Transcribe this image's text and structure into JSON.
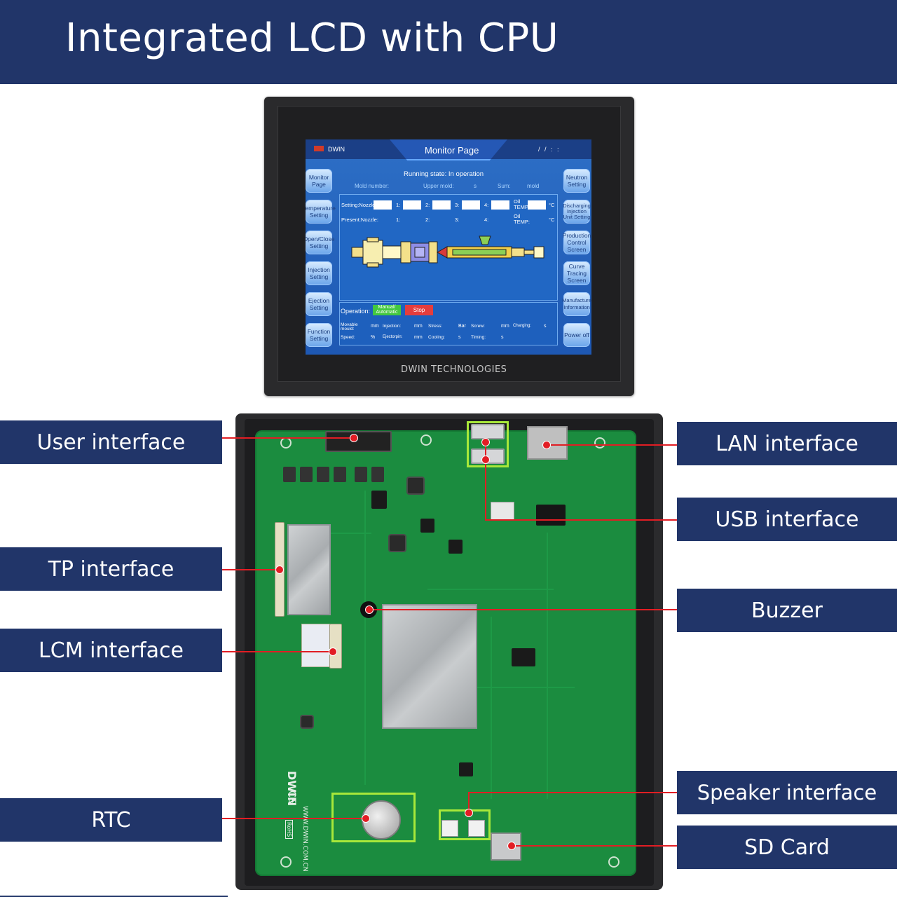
{
  "title": "Integrated LCD with CPU",
  "device": {
    "brand_text": "DWIN TECHNOLOGIES",
    "screen": {
      "brand": "DWIN",
      "page_title": "Monitor Page",
      "datetime": "/ /   : :",
      "left_buttons": [
        "Monitor Page",
        "Temperature Setting",
        "Open/Close Setting",
        "Injection Setting",
        "Ejection Setting",
        "Function Setting"
      ],
      "right_buttons": [
        "Neutron Setting",
        "Discharging Injection Unit Setting",
        "Production Control Screen",
        "Curve Tracing Screen",
        "Manufacture Information",
        "Power off"
      ],
      "running_state": "Running state:  In operation",
      "mold_number": "Mold number:",
      "upper_mold": "Upper mold:",
      "upper_mold_unit": "s",
      "sum": "Sum:",
      "sum_unit": "mold",
      "setting_nozzle": "Setting:Nozzle",
      "present_nozzle": "Present:Nozzle:",
      "zone_labels": [
        "1:",
        "2:",
        "3:",
        "4:"
      ],
      "oil_temp": "Oil TEMP:",
      "temp_unit": "°C",
      "operation": "Operation:",
      "manual_automatic": "Manual/ Automatic",
      "stop": "Stop",
      "status_row1": [
        "Movable mould:",
        "mm",
        "Injection:",
        "mm",
        "Stress:",
        "Bar",
        "Screw:",
        "mm",
        "Charging:",
        "s"
      ],
      "status_row2": [
        "Speed:",
        "%",
        "Ejectorpin:",
        "mm",
        "Cooling:",
        "s",
        "Timing:",
        "s"
      ]
    }
  },
  "board": {
    "silk_brand": "DWIN",
    "silk_url": "WWW.DWIN.COM.CN",
    "silk_ce": "CE",
    "silk_rohs": "RoHS"
  },
  "labels": {
    "user_interface": "User interface",
    "tp_interface": "TP interface",
    "lcm_interface": "LCM interface",
    "rtc": "RTC",
    "lan_interface": "LAN interface",
    "usb_interface": "USB interface",
    "buzzer": "Buzzer",
    "speaker_interface": "Speaker interface",
    "sd_card": "SD Card"
  },
  "colors": {
    "banner": "#213569",
    "callout_line": "#e21d24",
    "highlight_box": "#a8e83a",
    "pcb": "#1b8c3f"
  }
}
